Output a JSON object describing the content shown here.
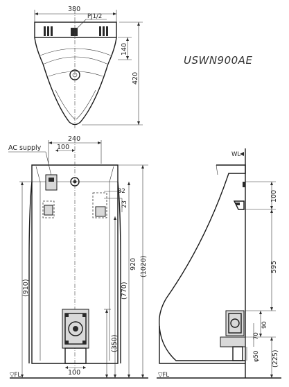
{
  "model_number": "USWN900AE",
  "top_view": {
    "width_label": "380",
    "pipe_label": "PJ1/2",
    "depth_top_label": "140",
    "depth_total_label": "420"
  },
  "front_view": {
    "ac_supply_label": "AC supply",
    "top_width_label": "240",
    "offset_label": "100",
    "side_label_32": "32",
    "side_label_23": "23",
    "height_920_label": "920",
    "height_1020_label": "(1020)",
    "height_910_label": "(910)",
    "height_770_label": "(770)",
    "height_350_label": "(350)",
    "bottom_width_label": "100",
    "floor_label": "▽FL"
  },
  "side_view": {
    "wall_label": "WL",
    "dim_100_label": "100",
    "dim_595_label": "595",
    "dim_90_label": "90",
    "dim_70_label": "70",
    "dim_50_label": "φ50",
    "dim_225_label": "(225)",
    "floor_label": "▽FL"
  }
}
